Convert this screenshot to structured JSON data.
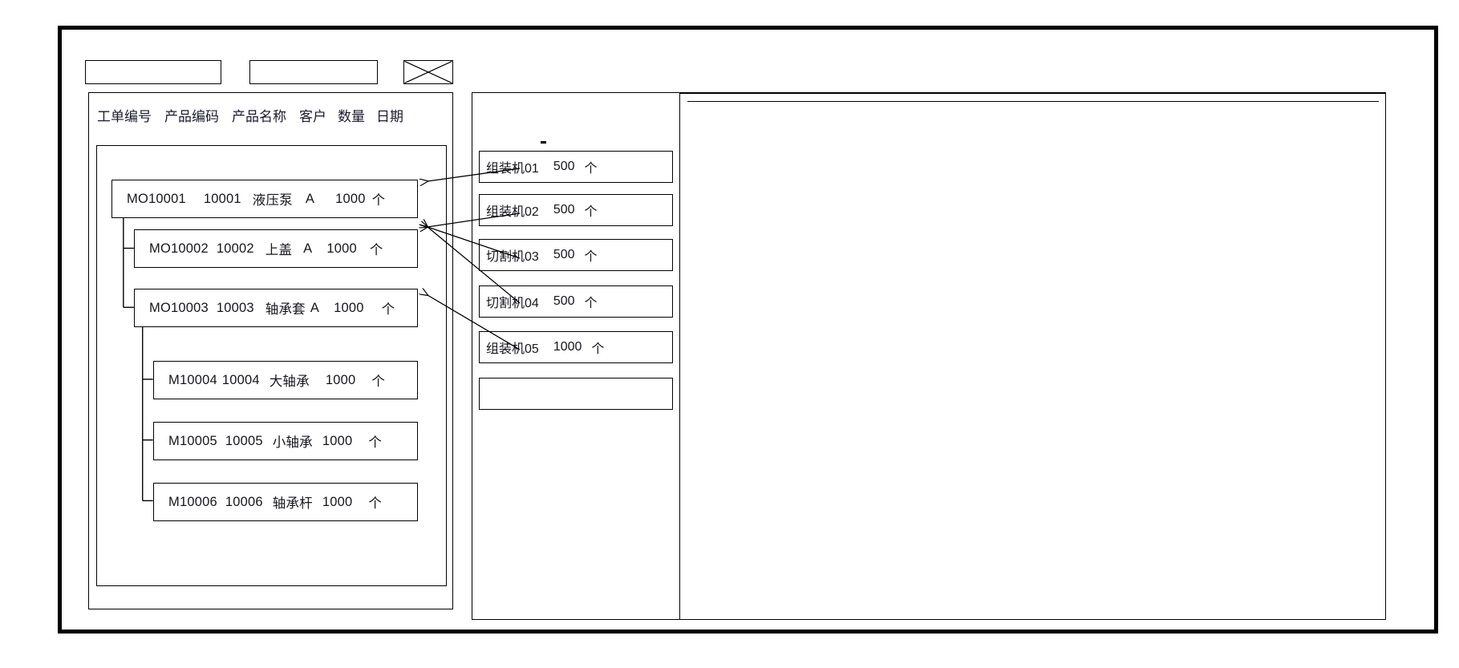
{
  "window": {
    "title": ""
  },
  "toolbar": {
    "field_one_value": "",
    "field_one_placeholder": "",
    "field_two_value": "",
    "field_two_placeholder": "",
    "image_icon_name": "image-placeholder-icon"
  },
  "left_panel": {
    "columns": [
      "工单编号",
      "产品编码",
      "产品名称",
      "客户",
      "数量",
      "日期"
    ],
    "tree_rows": [
      {
        "level": 0,
        "order_no": "MO10001",
        "product_code": "10001",
        "product_name": "液压泵",
        "customer": "A",
        "quantity": "1000",
        "unit": "个"
      },
      {
        "level": 1,
        "order_no": "MO10002",
        "product_code": "10002",
        "product_name": "上盖",
        "customer": "A",
        "quantity": "1000",
        "unit": "个"
      },
      {
        "level": 1,
        "order_no": "MO10003",
        "product_code": "10003",
        "product_name": "轴承套",
        "customer": "A",
        "quantity": "1000",
        "unit": "个"
      },
      {
        "level": 2,
        "order_no": "M10004",
        "product_code": "10004",
        "product_name": "大轴承",
        "customer": "",
        "quantity": "1000",
        "unit": "个"
      },
      {
        "level": 2,
        "order_no": "M10005",
        "product_code": "10005",
        "product_name": "小轴承",
        "customer": "",
        "quantity": "1000",
        "unit": "个"
      },
      {
        "level": 2,
        "order_no": "M10006",
        "product_code": "10006",
        "product_name": "轴承杆",
        "customer": "",
        "quantity": "1000",
        "unit": "个"
      }
    ]
  },
  "mid_panel": {
    "header_mark": "",
    "machine_cards": [
      {
        "name": "组装机01",
        "quantity": "500",
        "unit": "个"
      },
      {
        "name": "组装机02",
        "quantity": "500",
        "unit": "个"
      },
      {
        "name": "切割机03",
        "quantity": "500",
        "unit": "个"
      },
      {
        "name": "切割机04",
        "quantity": "500",
        "unit": "个"
      },
      {
        "name": "组装机05",
        "quantity": "1000",
        "unit": "个"
      },
      {
        "name": "",
        "quantity": "",
        "unit": ""
      }
    ]
  },
  "right_panel": {
    "header_text": "",
    "body_text": ""
  },
  "colors": {
    "stroke": "#000000",
    "background": "#ffffff",
    "text": "#16161d"
  }
}
